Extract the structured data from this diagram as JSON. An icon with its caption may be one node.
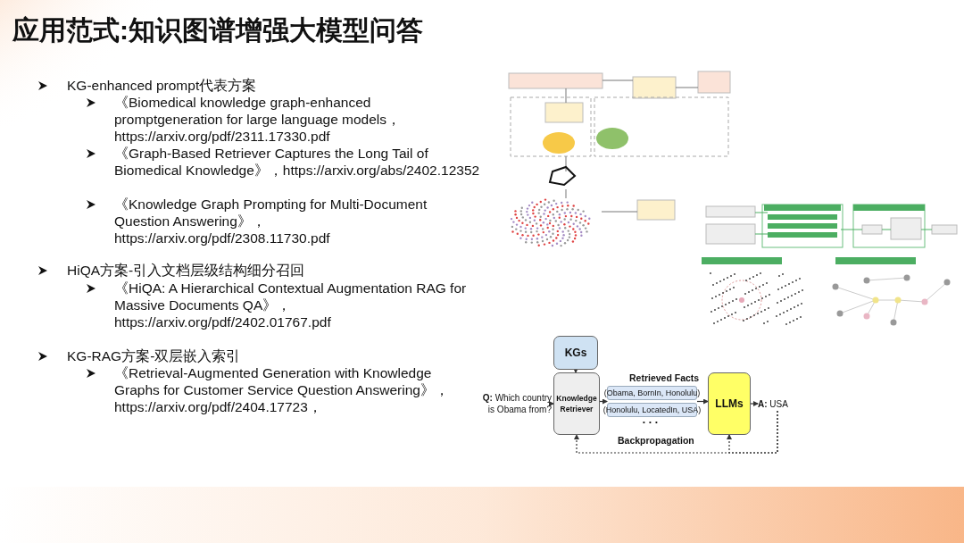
{
  "diagram": {
    "title": "应用范式:知识图谱增强大模型问答",
    "nodes": [
      {
        "text": [
          "**Q:** Which country is Obama from?"
        ]
      },
      {
        "text": [
          "KGs"
        ]
      },
      {
        "text": [
          "Knowledge Retriever"
        ]
      },
      {
        "text": [
          "(Obama, BornIn, Honolulu)"
        ]
      },
      {
        "text": [
          "(Honolulu, LocatedIn, USA)"
        ]
      },
      {
        "text": [
          "LLMs"
        ]
      },
      {
        "text": [
          "**A:** USA"
        ]
      }
    ],
    "edges": [
      {
        "from": 0,
        "to": 2,
        "arrow": "to"
      },
      {
        "from": 1,
        "to": 2,
        "arrow": "to"
      },
      {
        "from": 2,
        "to": 3,
        "arrow": "to"
      },
      {
        "from": 3,
        "to": 5,
        "arrow": "to"
      },
      {
        "from": 5,
        "to": 6,
        "arrow": "to"
      },
      {
        "from": 6,
        "to": 2,
        "arrow": "to",
        "style": "dashed",
        "label": "Backpropagation"
      },
      {
        "from": 6,
        "to": 5,
        "arrow": "to",
        "style": "dashed"
      }
    ],
    "labels": [
      "KG-enhanced prompt代表方案",
      "《Biomedical knowledge graph-enhanced promptgeneration for large language models，https://arxiv.org/pdf/2311.17330.pdf",
      "《Graph-Based Retriever Captures the Long Tail of Biomedical Knowledge》，https://arxiv.org/abs/2402.12352",
      "《Knowledge Graph Prompting for Multi-Document Question Answering》，https://arxiv.org/pdf/2308.11730.pdf",
      "HiQA方案-引入文档层级结构细分召回",
      "《HiQA: A Hierarchical Contextual Augmentation RAG for Massive Documents QA》，https://arxiv.org/pdf/2402.01767.pdf",
      "KG-RAG方案-双层嵌入索引",
      "《Retrieval-Augmented Generation with Knowledge Graphs for Customer Service Question Answering》，https://arxiv.org/pdf/2404.17723，",
      "Retrieved Facts",
      "• • •"
    ]
  }
}
